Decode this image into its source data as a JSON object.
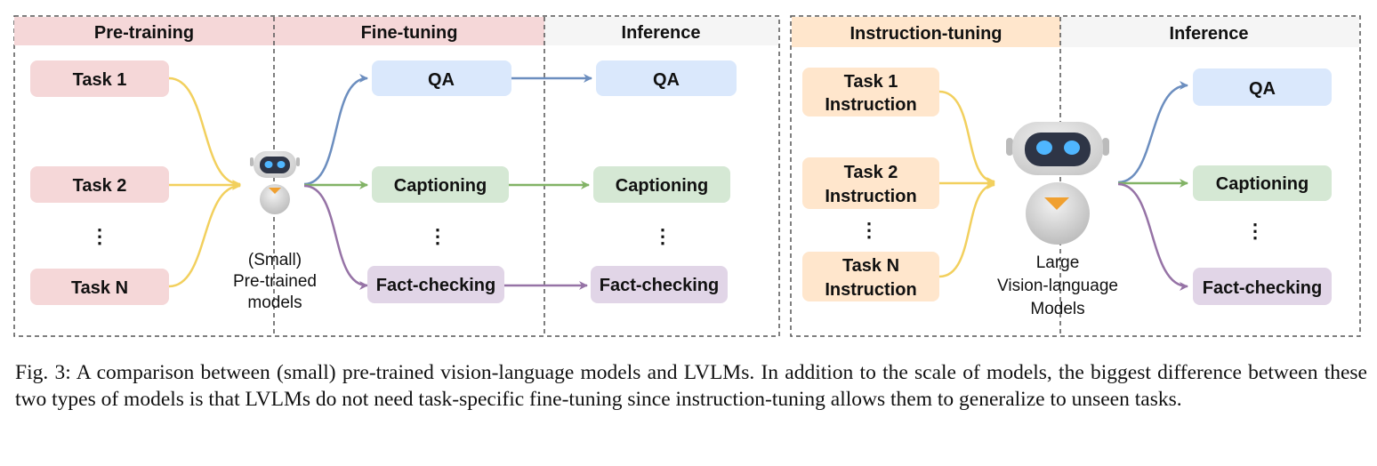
{
  "left_panel": {
    "headers": {
      "pretraining": "Pre-training",
      "finetuning": "Fine-tuning",
      "inference": "Inference"
    },
    "tasks": [
      "Task 1",
      "Task 2",
      "⋮",
      "Task N"
    ],
    "finetune_boxes": [
      "QA",
      "Captioning",
      "⋮",
      "Fact-checking"
    ],
    "inference_boxes": [
      "QA",
      "Captioning",
      "⋮",
      "Fact-checking"
    ],
    "model_label": [
      "(Small)",
      "Pre-trained",
      "models"
    ]
  },
  "right_panel": {
    "headers": {
      "instruction_tuning": "Instruction-tuning",
      "inference": "Inference"
    },
    "instructions": [
      [
        "Task 1",
        "Instruction"
      ],
      [
        "Task 2",
        "Instruction"
      ],
      [
        "Task N",
        "Instruction"
      ]
    ],
    "instruction_ellipsis": "⋮",
    "inference_boxes": [
      "QA",
      "Captioning",
      "⋮",
      "Fact-checking"
    ],
    "model_label": [
      "Large",
      "Vision-language",
      "Models"
    ]
  },
  "caption": "Fig. 3: A comparison between (small) pre-trained vision-language models and LVLMs. In addition to the scale of models, the biggest difference between these two types of models is that LVLMs do not need task-specific fine-tuning since instruction-tuning allows them to generalize to unseen tasks.",
  "colors": {
    "pink": "#f5d7d8",
    "blue": "#dae8fc",
    "green": "#d5e8d4",
    "purple": "#e1d5e7",
    "peach": "#ffe6cc",
    "gray_header": "#f5f5f5",
    "arrow_yellow": "#f2d05e",
    "arrow_blue": "#6c8ebf",
    "arrow_green": "#82b366",
    "arrow_purple": "#9673a6"
  }
}
